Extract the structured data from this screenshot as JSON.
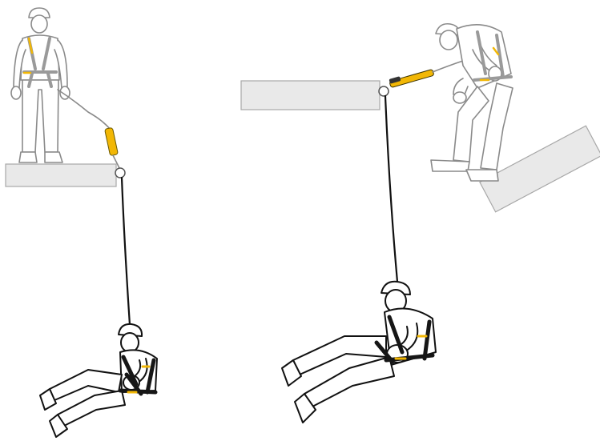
{
  "figure": {
    "scenes": [
      {
        "id": "left",
        "elements": [
          "standing-worker",
          "anchor-platform",
          "lanyard-energy-absorber",
          "lifeline-rope",
          "suspended-worker"
        ]
      },
      {
        "id": "right",
        "elements": [
          "falling-worker",
          "tilted-edge-platform",
          "anchor-platform",
          "deployed-energy-absorber",
          "lifeline-rope",
          "suspended-worker"
        ]
      }
    ],
    "colors": {
      "background": "#ffffff",
      "platform_fill": "#e9e9e9",
      "platform_stroke": "#a8a8a8",
      "harness": "#161616",
      "strap_accent": "#f2b705",
      "rope": "#111111",
      "ghost_figure": "#8a8a8a"
    }
  }
}
